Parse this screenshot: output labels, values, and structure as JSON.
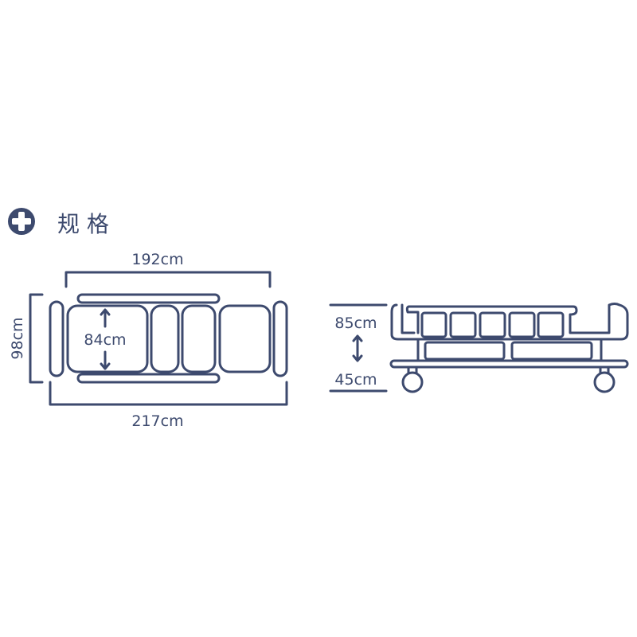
{
  "header": {
    "icon": "plus-circle-icon",
    "title": "规 格"
  },
  "top_view": {
    "inner_length": "192cm",
    "total_length": "217cm",
    "total_width": "98cm",
    "mattress_width": "84cm"
  },
  "side_view": {
    "max_height": "85cm",
    "min_height": "45cm"
  },
  "colors": {
    "primary": "#3d4a6e",
    "background": "#ffffff"
  }
}
